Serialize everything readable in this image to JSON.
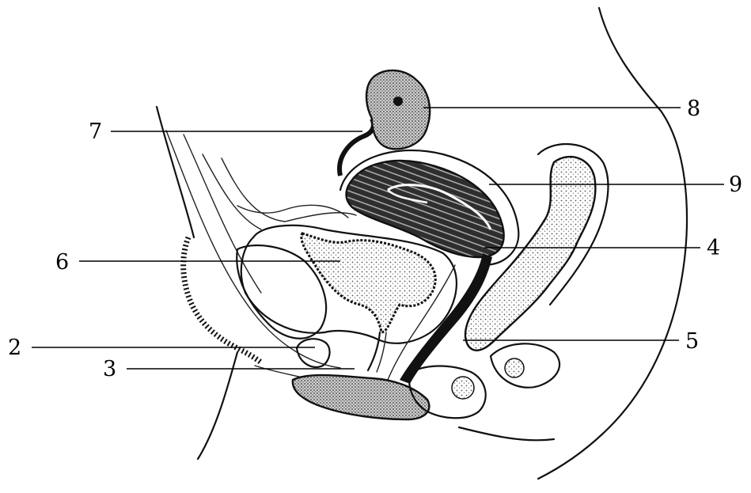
{
  "labels": {
    "l2": "2",
    "l3": "3",
    "l4": "4",
    "l5": "5",
    "l6": "6",
    "l7": "7",
    "l8": "8",
    "l9": "9"
  },
  "colors": {
    "ink": "#000000",
    "tissue": "#d9d9d9",
    "dark_tissue": "#3a3a3a"
  }
}
